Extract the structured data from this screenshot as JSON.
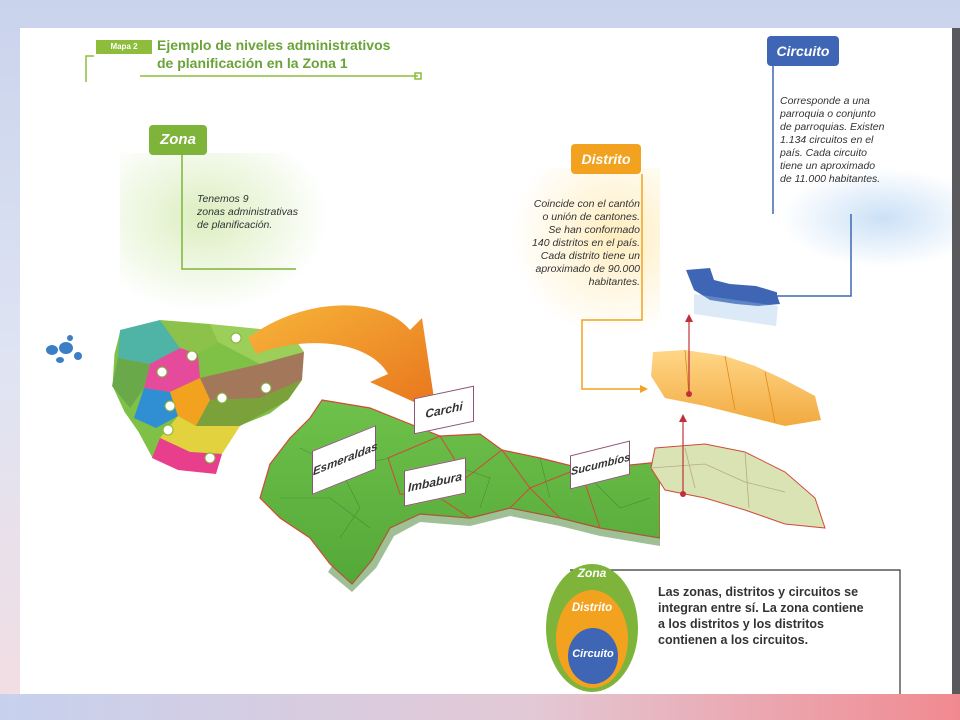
{
  "title": {
    "tag": "Mapa 2",
    "line1": "Ejemplo de niveles administrativos",
    "line2": "de planificación en la Zona 1"
  },
  "zona": {
    "label": "Zona",
    "desc": [
      "Tenemos 9",
      "zonas administrativas",
      "de planificación."
    ]
  },
  "distrito": {
    "label": "Distrito",
    "desc": [
      "Coincide con el cantón",
      "o unión de cantones.",
      "Se han conformado",
      "140 distritos en el país.",
      "Cada distrito tiene un",
      "aproximado de 90.000",
      "habitantes."
    ]
  },
  "circuito": {
    "label": "Circuito",
    "desc": [
      "Corresponde a una",
      "parroquia o conjunto",
      "de parroquias. Existen",
      "1.134 circuitos en el",
      "país. Cada circuito",
      "tiene un aproximado",
      "de 11.000 habitantes."
    ]
  },
  "provinces": {
    "carchi": "Carchi",
    "esmeraldas": "Esmeraldas",
    "imbabura": "Imbabura",
    "sucumbios": "Sucumbíos"
  },
  "legend": {
    "zona": "Zona",
    "distrito": "Distrito",
    "circuito": "Circuito",
    "text": [
      "Las zonas, distritos y circuitos se",
      "integran entre sí. La zona contiene",
      "a los distritos y los distritos",
      "contienen a los circuitos."
    ]
  },
  "colors": {
    "green": "#7fb43a",
    "orange": "#f2a21f",
    "blue": "#3f66b4",
    "map_green": "#6dbb45"
  }
}
